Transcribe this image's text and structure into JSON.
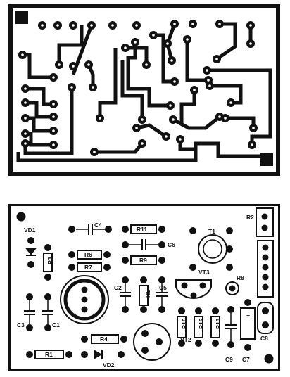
{
  "pcb_top": {
    "title": ""
  },
  "pcb_bottom": {
    "components": {
      "r1": "R1",
      "r2": "R2",
      "r3": "R3",
      "r4": "R4",
      "r5": "R5",
      "r6": "R6",
      "r7": "R7",
      "r8": "R8",
      "r9": "R9",
      "r10": "R10",
      "r11": "R11",
      "r12": "R12",
      "r13": "R13",
      "c1": "C1",
      "c2": "C2",
      "c3": "C3",
      "c4": "C4",
      "c5": "C5",
      "c6": "C6",
      "c7": "C7",
      "c8": "C8",
      "c9": "C9",
      "vd1": "VD1",
      "vd2": "VD2",
      "vt2": "VT2",
      "vt3": "VT3",
      "t1": "T1"
    },
    "polarity_mark": "+"
  },
  "colors": {
    "ink": "#111111",
    "paper": "#ffffff"
  }
}
